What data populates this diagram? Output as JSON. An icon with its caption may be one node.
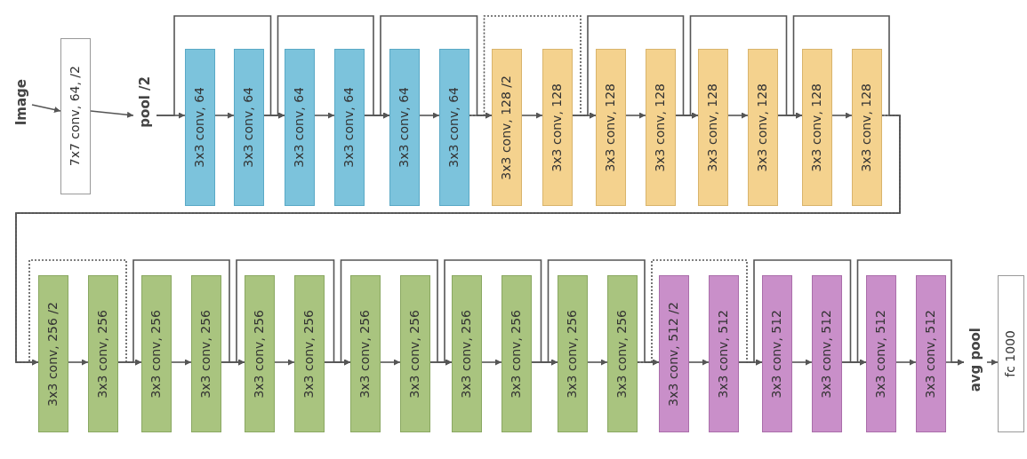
{
  "diagram": {
    "nodes": [
      {
        "text": [
          "Image"
        ]
      },
      {
        "text": [
          "7x7 conv, 64, /2"
        ]
      },
      {
        "text": [
          "pool /2"
        ]
      },
      {
        "text": [
          "3x3 conv, 64"
        ]
      },
      {
        "text": [
          "3x3 conv, 64"
        ]
      },
      {
        "text": [
          "3x3 conv, 64"
        ]
      },
      {
        "text": [
          "3x3 conv, 64"
        ]
      },
      {
        "text": [
          "3x3 conv, 64"
        ]
      },
      {
        "text": [
          "3x3 conv, 64"
        ]
      },
      {
        "text": [
          "3x3 conv, 128 /2"
        ]
      },
      {
        "text": [
          "3x3 conv, 128"
        ]
      },
      {
        "text": [
          "3x3 conv, 128"
        ]
      },
      {
        "text": [
          "3x3 conv, 128"
        ]
      },
      {
        "text": [
          "3x3 conv, 128"
        ]
      },
      {
        "text": [
          "3x3 conv, 128"
        ]
      },
      {
        "text": [
          "3x3 conv, 128"
        ]
      },
      {
        "text": [
          "3x3 conv, 128"
        ]
      },
      {
        "text": [
          "3x3 conv, 256 /2"
        ]
      },
      {
        "text": [
          "3x3 conv, 256"
        ]
      },
      {
        "text": [
          "3x3 conv, 256"
        ]
      },
      {
        "text": [
          "3x3 conv, 256"
        ]
      },
      {
        "text": [
          "3x3 conv, 256"
        ]
      },
      {
        "text": [
          "3x3 conv, 256"
        ]
      },
      {
        "text": [
          "3x3 conv, 256"
        ]
      },
      {
        "text": [
          "3x3 conv, 256"
        ]
      },
      {
        "text": [
          "3x3 conv, 256"
        ]
      },
      {
        "text": [
          "3x3 conv, 256"
        ]
      },
      {
        "text": [
          "3x3 conv, 256"
        ]
      },
      {
        "text": [
          "3x3 conv, 256"
        ]
      },
      {
        "text": [
          "3x3 conv, 512 /2"
        ]
      },
      {
        "text": [
          "3x3 conv, 512"
        ]
      },
      {
        "text": [
          "3x3 conv, 512"
        ]
      },
      {
        "text": [
          "3x3 conv, 512"
        ]
      },
      {
        "text": [
          "3x3 conv, 512"
        ]
      },
      {
        "text": [
          "3x3 conv, 512"
        ]
      },
      {
        "text": [
          "avg pool"
        ]
      },
      {
        "text": [
          "fc 1000"
        ]
      }
    ],
    "edges": [
      {
        "from": 0,
        "to": 1,
        "arrow": "to"
      },
      {
        "from": 1,
        "to": 2,
        "arrow": "to"
      },
      {
        "from": 2,
        "to": 3,
        "arrow": "to"
      },
      {
        "from": 3,
        "to": 4,
        "arrow": "to"
      },
      {
        "from": 4,
        "to": 5,
        "arrow": "to"
      },
      {
        "from": 5,
        "to": 6,
        "arrow": "to"
      },
      {
        "from": 6,
        "to": 7,
        "arrow": "to"
      },
      {
        "from": 7,
        "to": 8,
        "arrow": "to"
      },
      {
        "from": 8,
        "to": 9,
        "arrow": "to"
      },
      {
        "from": 9,
        "to": 10,
        "arrow": "to"
      },
      {
        "from": 10,
        "to": 11,
        "arrow": "to"
      },
      {
        "from": 11,
        "to": 12,
        "arrow": "to"
      },
      {
        "from": 12,
        "to": 13,
        "arrow": "to"
      },
      {
        "from": 13,
        "to": 14,
        "arrow": "to"
      },
      {
        "from": 14,
        "to": 15,
        "arrow": "to"
      },
      {
        "from": 15,
        "to": 16,
        "arrow": "to"
      },
      {
        "from": 16,
        "to": 17,
        "arrow": "to"
      },
      {
        "from": 17,
        "to": 18,
        "arrow": "to"
      },
      {
        "from": 18,
        "to": 19,
        "arrow": "to"
      },
      {
        "from": 19,
        "to": 20,
        "arrow": "to"
      },
      {
        "from": 20,
        "to": 21,
        "arrow": "to"
      },
      {
        "from": 21,
        "to": 22,
        "arrow": "to"
      },
      {
        "from": 22,
        "to": 23,
        "arrow": "to"
      },
      {
        "from": 23,
        "to": 24,
        "arrow": "to"
      },
      {
        "from": 24,
        "to": 25,
        "arrow": "to"
      },
      {
        "from": 25,
        "to": 26,
        "arrow": "to"
      },
      {
        "from": 26,
        "to": 27,
        "arrow": "to"
      },
      {
        "from": 27,
        "to": 28,
        "arrow": "to"
      },
      {
        "from": 28,
        "to": 29,
        "arrow": "to"
      },
      {
        "from": 29,
        "to": 30,
        "arrow": "to"
      },
      {
        "from": 30,
        "to": 31,
        "arrow": "to"
      },
      {
        "from": 31,
        "to": 32,
        "arrow": "to"
      },
      {
        "from": 32,
        "to": 33,
        "arrow": "to"
      },
      {
        "from": 33,
        "to": 34,
        "arrow": "to"
      },
      {
        "from": 34,
        "to": 35,
        "arrow": "to"
      },
      {
        "from": 35,
        "to": 36,
        "arrow": "to"
      },
      {
        "from": 2,
        "to": 5,
        "arrow": "to"
      },
      {
        "from": 4,
        "to": 7,
        "arrow": "to"
      },
      {
        "from": 6,
        "to": 9,
        "arrow": "to"
      },
      {
        "from": 8,
        "to": 11,
        "arrow": "to",
        "style": "dashed"
      },
      {
        "from": 10,
        "to": 13,
        "arrow": "to"
      },
      {
        "from": 12,
        "to": 15,
        "arrow": "to"
      },
      {
        "from": 14,
        "to": 17,
        "arrow": "to"
      },
      {
        "from": 16,
        "to": 19,
        "arrow": "to",
        "style": "dashed"
      },
      {
        "from": 18,
        "to": 21,
        "arrow": "to"
      },
      {
        "from": 20,
        "to": 23,
        "arrow": "to"
      },
      {
        "from": 22,
        "to": 25,
        "arrow": "to"
      },
      {
        "from": 24,
        "to": 27,
        "arrow": "to"
      },
      {
        "from": 26,
        "to": 29,
        "arrow": "to"
      },
      {
        "from": 28,
        "to": 31,
        "arrow": "to",
        "style": "dashed"
      },
      {
        "from": 30,
        "to": 33,
        "arrow": "to"
      },
      {
        "from": 32,
        "to": 35,
        "arrow": "to"
      }
    ]
  }
}
